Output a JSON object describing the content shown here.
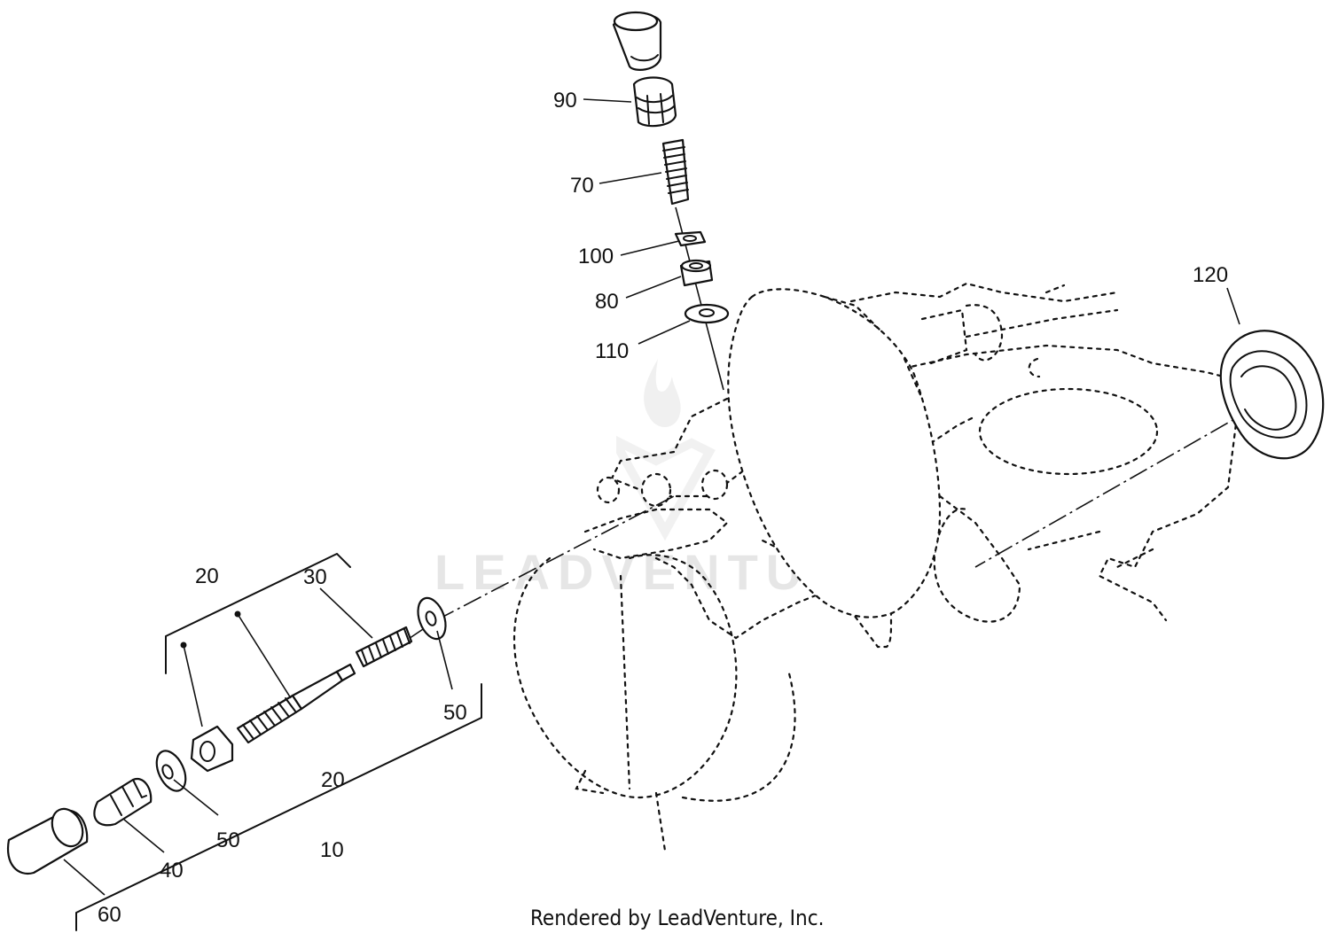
{
  "callouts": [
    {
      "id": "c90",
      "text": "90"
    },
    {
      "id": "c70",
      "text": "70"
    },
    {
      "id": "c100",
      "text": "100"
    },
    {
      "id": "c80",
      "text": "80"
    },
    {
      "id": "c110",
      "text": "110"
    },
    {
      "id": "c120",
      "text": "120"
    },
    {
      "id": "c20a",
      "text": "20"
    },
    {
      "id": "c30",
      "text": "30"
    },
    {
      "id": "c50a",
      "text": "50"
    },
    {
      "id": "c20b",
      "text": "20"
    },
    {
      "id": "c50b",
      "text": "50"
    },
    {
      "id": "c40",
      "text": "40"
    },
    {
      "id": "c10",
      "text": "10"
    },
    {
      "id": "c60",
      "text": "60"
    }
  ],
  "credit": "Rendered by LeadVenture, Inc.",
  "watermark": "LEADVENTURE"
}
